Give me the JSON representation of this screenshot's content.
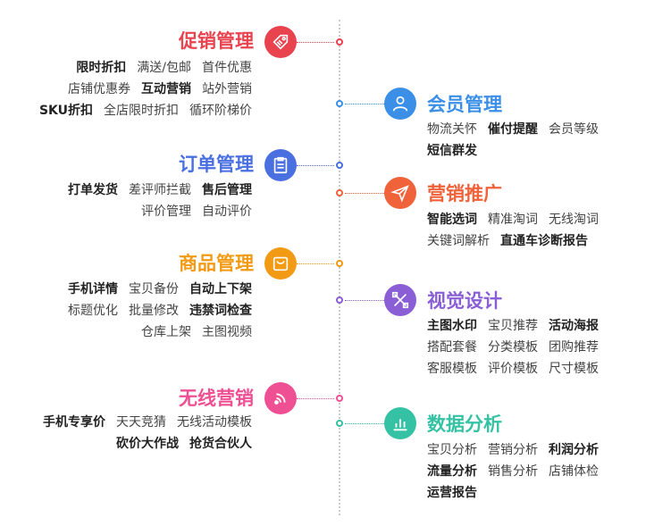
{
  "sections": [
    {
      "id": "promo",
      "side": "left",
      "title": "促销管理",
      "color": "#e8434f",
      "icon": "tag-icon",
      "rows": [
        [
          {
            "t": "限时折扣",
            "b": true
          },
          {
            "t": "满送/包邮"
          },
          {
            "t": "首件优惠"
          }
        ],
        [
          {
            "t": "店铺优惠券"
          },
          {
            "t": "互动营销",
            "b": true
          },
          {
            "t": "站外营销"
          }
        ],
        [
          {
            "t": "SKU折扣",
            "b": true
          },
          {
            "t": "全店限时折扣"
          },
          {
            "t": "循环阶梯价"
          }
        ]
      ]
    },
    {
      "id": "member",
      "side": "right",
      "title": "会员管理",
      "color": "#3c8fe6",
      "icon": "user-icon",
      "rows": [
        [
          {
            "t": "物流关怀"
          },
          {
            "t": "催付提醒",
            "b": true
          },
          {
            "t": "会员等级"
          }
        ],
        [
          {
            "t": "短信群发",
            "b": true
          }
        ]
      ]
    },
    {
      "id": "order",
      "side": "left",
      "title": "订单管理",
      "color": "#4a6fe0",
      "icon": "clipboard-icon",
      "rows": [
        [
          {
            "t": "打单发货",
            "b": true
          },
          {
            "t": "差评师拦截"
          },
          {
            "t": "售后管理",
            "b": true
          }
        ],
        [
          {
            "t": "评价管理"
          },
          {
            "t": "自动评价"
          }
        ]
      ]
    },
    {
      "id": "marketing",
      "side": "right",
      "title": "营销推广",
      "color": "#f0623a",
      "icon": "paper-plane-icon",
      "rows": [
        [
          {
            "t": "智能选词",
            "b": true
          },
          {
            "t": "精准淘词"
          },
          {
            "t": "无线淘词"
          }
        ],
        [
          {
            "t": "关键词解析"
          },
          {
            "t": "直通车诊断报告",
            "b": true
          }
        ]
      ]
    },
    {
      "id": "goods",
      "side": "left",
      "title": "商品管理",
      "color": "#f29a14",
      "icon": "bag-icon",
      "rows": [
        [
          {
            "t": "手机详情",
            "b": true
          },
          {
            "t": "宝贝备份"
          },
          {
            "t": "自动上下架",
            "b": true
          }
        ],
        [
          {
            "t": "标题优化"
          },
          {
            "t": "批量修改"
          },
          {
            "t": "违禁词检查",
            "b": true
          }
        ],
        [
          {
            "t": "仓库上架"
          },
          {
            "t": "主图视频"
          }
        ]
      ]
    },
    {
      "id": "visual",
      "side": "right",
      "title": "视觉设计",
      "color": "#8a5fd6",
      "icon": "design-tools-icon",
      "rows": [
        [
          {
            "t": "主图水印",
            "b": true
          },
          {
            "t": "宝贝推荐"
          },
          {
            "t": "活动海报",
            "b": true
          }
        ],
        [
          {
            "t": "搭配套餐"
          },
          {
            "t": "分类模板"
          },
          {
            "t": "团购推荐"
          }
        ],
        [
          {
            "t": "客服模板"
          },
          {
            "t": "评价模板"
          },
          {
            "t": "尺寸模板"
          }
        ]
      ]
    },
    {
      "id": "wireless",
      "side": "left",
      "title": "无线营销",
      "color": "#ef4f93",
      "icon": "wifi-signal-icon",
      "rows": [
        [
          {
            "t": "手机专享价",
            "b": true
          },
          {
            "t": "天天竞猜"
          },
          {
            "t": "无线活动模板"
          }
        ],
        [
          {
            "t": "砍价大作战",
            "b": true
          },
          {
            "t": "抢货合伙人",
            "b": true
          }
        ]
      ]
    },
    {
      "id": "data",
      "side": "right",
      "title": "数据分析",
      "color": "#35c2a4",
      "icon": "bar-chart-icon",
      "rows": [
        [
          {
            "t": "宝贝分析"
          },
          {
            "t": "营销分析"
          },
          {
            "t": "利润分析",
            "b": true
          }
        ],
        [
          {
            "t": "流量分析",
            "b": true
          },
          {
            "t": "销售分析"
          },
          {
            "t": "店铺体检"
          }
        ],
        [
          {
            "t": "运营报告",
            "b": true
          }
        ]
      ]
    }
  ]
}
